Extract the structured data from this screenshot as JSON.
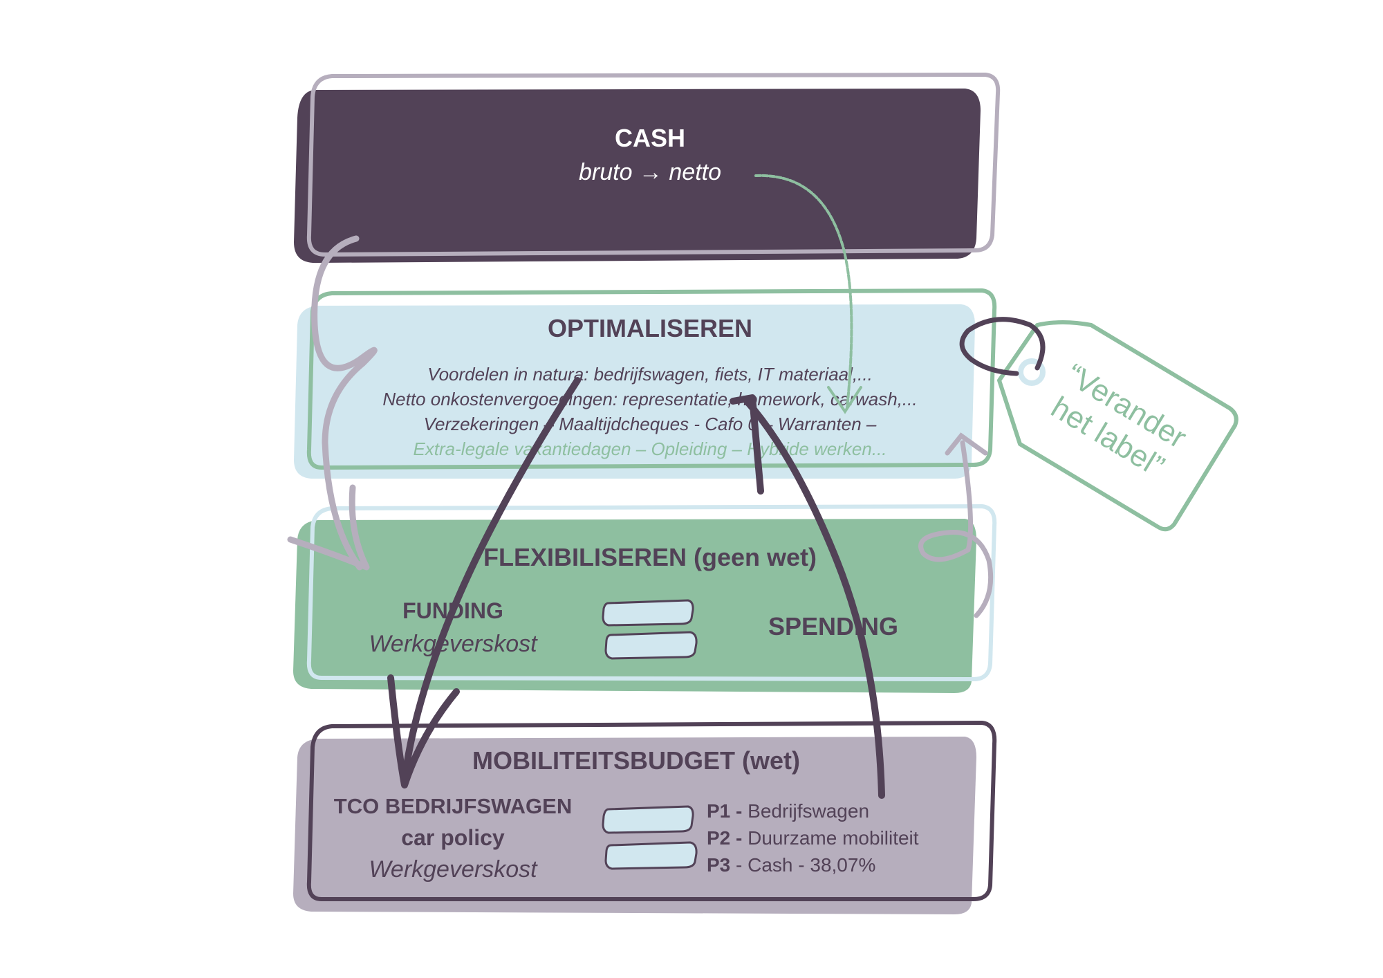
{
  "colors": {
    "dark_purple": "#524257",
    "lilac": "#b6aebd",
    "light_blue": "#d1e7ef",
    "green": "#8ebfa0",
    "white": "#ffffff"
  },
  "cash": {
    "title": "CASH",
    "subtitle": "bruto → netto"
  },
  "optimaliseren": {
    "title": "OPTIMALISEREN",
    "lines": [
      "Voordelen in natura: bedrijfswagen, fiets, IT materiaal,...",
      "Netto onkostenvergoedingen: representatie, homework, carwash,...",
      "Verzekeringen – Maaltijdcheques - Cafo 0 – Warranten –"
    ],
    "highlight_line": "Extra-legale vakantiedagen – Opleiding – Hybride werken..."
  },
  "flexibiliseren": {
    "title": "FLEXIBILISEREN (geen wet)",
    "funding_label": "FUNDING",
    "funding_sub": "Werkgeverskost",
    "spending_label": "SPENDING"
  },
  "mobiliteitsbudget": {
    "title": "MOBILITEITSBUDGET (wet)",
    "left_line1": "TCO BEDRIJFSWAGEN",
    "left_line2": "car policy",
    "left_line3": "Werkgeverskost",
    "pillars": [
      {
        "code": "P1 -",
        "text": " Bedrijfswagen"
      },
      {
        "code": "P2 -",
        "text": " Duurzame mobiliteit"
      },
      {
        "code": "P3",
        "text": " - Cash - 38,07%"
      }
    ]
  },
  "tag": {
    "line1": "“Verander",
    "line2": "het label”"
  }
}
